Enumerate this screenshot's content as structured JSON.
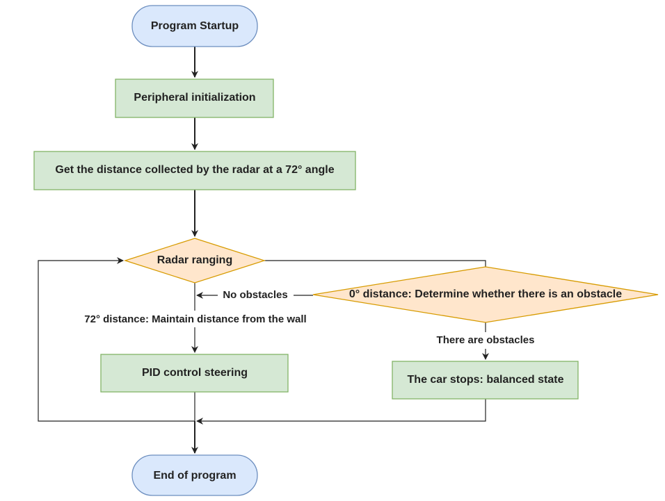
{
  "colors": {
    "terminal_fill": "#dae8fc",
    "terminal_stroke": "#6c8ebf",
    "process_fill": "#d5e8d4",
    "process_stroke": "#82b366",
    "decision_fill": "#ffe6cc",
    "decision_stroke": "#d79b00",
    "line": "#222222"
  },
  "nodes": {
    "start": "Program Startup",
    "init": "Peripheral initialization",
    "get_distance": "Get the distance collected by the radar at a 72° angle",
    "radar_ranging": "Radar ranging",
    "obstacle_check": "0° distance: Determine whether there is an obstacle",
    "pid": "PID control steering",
    "car_stops": "The car stops: balanced state",
    "end": "End of program"
  },
  "edges": {
    "no_obstacles": "No obstacles",
    "maintain_distance": "72° distance: Maintain distance from the wall",
    "there_are_obstacles": "There are obstacles"
  }
}
